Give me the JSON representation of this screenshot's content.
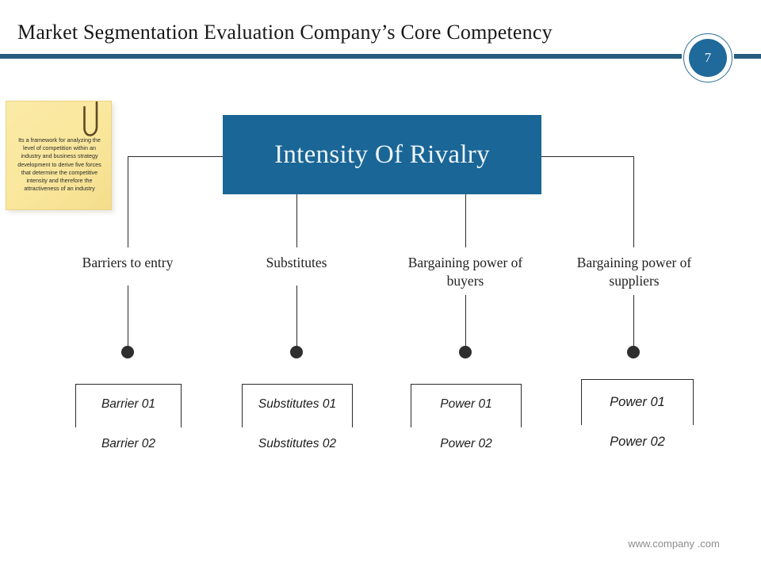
{
  "header": {
    "title": "Market Segmentation Evaluation Company’s Core Competency",
    "page_number": "7",
    "rule_color": "#255e81",
    "badge_color": "#1f6a9a"
  },
  "note": {
    "icon": "paperclip-icon",
    "text": "Its a framework for analyzing the level of competition within an industry and business strategy development to derive five forces that determine the competitive intensity and therefore the attractiveness of an industry",
    "background": "#fae79e"
  },
  "diagram": {
    "type": "hierarchy",
    "root": {
      "label": "Intensity Of Rivalry",
      "background": "#1a6696",
      "text_color": "#eef5fa"
    },
    "branches": [
      {
        "label": "Barriers to entry",
        "items": [
          "Barrier 01",
          "Barrier 02"
        ]
      },
      {
        "label": "Substitutes",
        "items": [
          "Substitutes 01",
          "Substitutes 02"
        ]
      },
      {
        "label": "Bargaining  power of buyers",
        "items": [
          "Power 01",
          "Power 02"
        ]
      },
      {
        "label": "Bargaining power of suppliers",
        "items": [
          "Power 01",
          "Power 02"
        ]
      }
    ]
  },
  "footer": {
    "website": "www.company .com"
  }
}
